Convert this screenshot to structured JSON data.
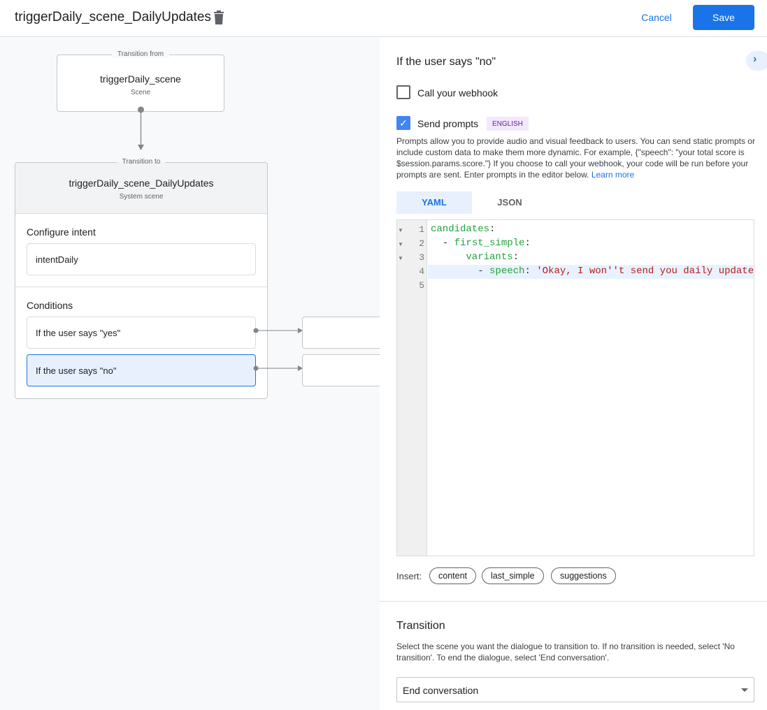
{
  "header": {
    "title": "triggerDaily_scene_DailyUpdates",
    "cancel": "Cancel",
    "save": "Save"
  },
  "canvas": {
    "from": {
      "legend": "Transition from",
      "name": "triggerDaily_scene",
      "type": "Scene"
    },
    "to": {
      "legend": "Transition to",
      "name": "triggerDaily_scene_DailyUpdates",
      "type": "System scene"
    },
    "intent_label": "Configure intent",
    "intent": "intentDaily",
    "conditions_label": "Conditions",
    "conditions": [
      "If the user says \"yes\"",
      "If the user says \"no\""
    ]
  },
  "panel": {
    "title": "If the user says \"no\"",
    "webhook": {
      "label": "Call your webhook",
      "checked": false
    },
    "prompts": {
      "label": "Send prompts",
      "checked": true,
      "badge": "ENGLISH",
      "description": "Prompts allow you to provide audio and visual feedback to users. You can send static prompts or include custom data to make them more dynamic. For example, {\"speech\": \"your total score is $session.params.score.\"} If you choose to call your webhook, your code will be run before your prompts are sent. Enter prompts in the editor below.",
      "learn_more": "Learn more"
    },
    "tabs": [
      "YAML",
      "JSON"
    ],
    "active_tab": "YAML",
    "editor": {
      "line_numbers": [
        "1",
        "2",
        "3",
        "4",
        "5"
      ],
      "lines": [
        [
          {
            "t": "candidates",
            "c": "g"
          },
          {
            "t": ":",
            "c": "k"
          }
        ],
        [
          {
            "t": "  - ",
            "c": "k"
          },
          {
            "t": "first_simple",
            "c": "g"
          },
          {
            "t": ":",
            "c": "k"
          }
        ],
        [
          {
            "t": "      variants",
            "c": "g"
          },
          {
            "t": ":",
            "c": "k"
          }
        ],
        [
          {
            "t": "        - ",
            "c": "k"
          },
          {
            "t": "speech",
            "c": "g"
          },
          {
            "t": ": ",
            "c": "k"
          },
          {
            "t": "'Okay, I won''t send you daily update",
            "c": "r"
          }
        ],
        []
      ]
    },
    "insert_label": "Insert:",
    "insert_chips": [
      "content",
      "last_simple",
      "suggestions"
    ],
    "transition": {
      "title": "Transition",
      "description": "Select the scene you want the dialogue to transition to. If no transition is needed, select 'No transition'. To end the dialogue, select 'End conversation'.",
      "selected": "End conversation"
    }
  },
  "colors": {
    "accent": "#1a73e8",
    "selected": "#e8f0fe",
    "badge_bg": "#f3e8fd",
    "badge_fg": "#681da8"
  }
}
